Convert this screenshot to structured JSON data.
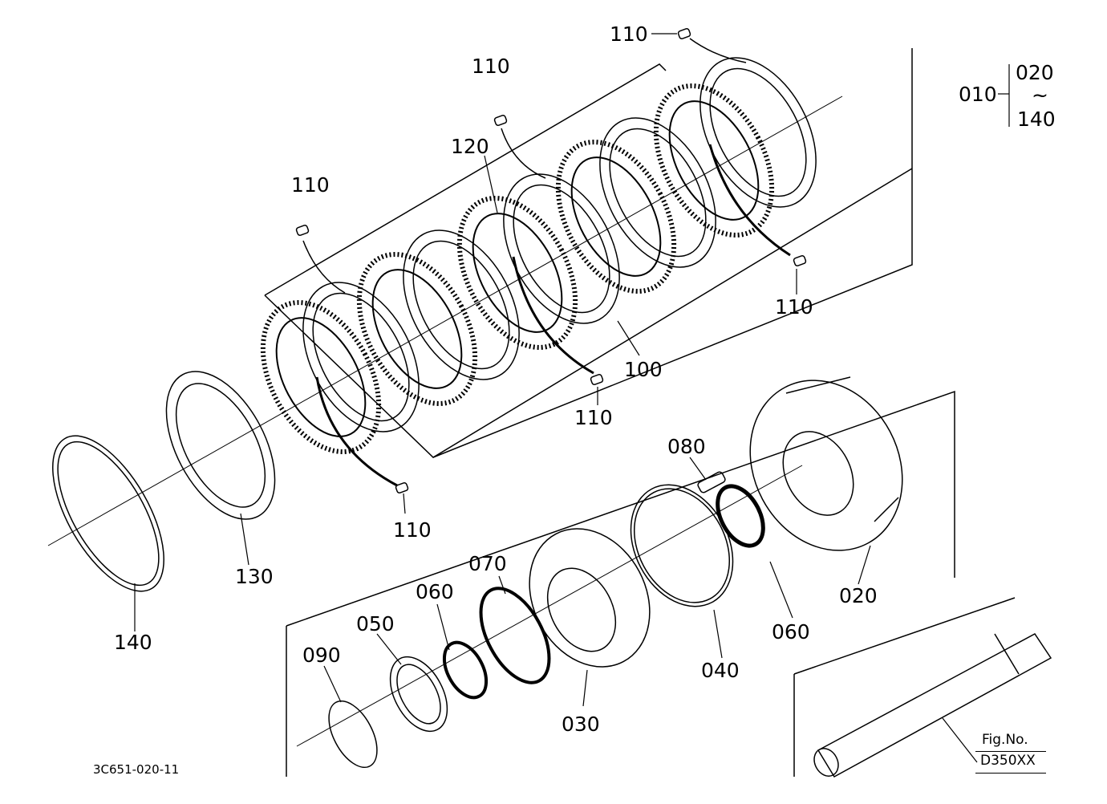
{
  "callouts": {
    "p010": "010",
    "range_top": "020",
    "range_tilde": "~",
    "range_bottom": "140",
    "p020": "020",
    "p030": "030",
    "p040": "040",
    "p050": "050",
    "p060a": "060",
    "p060b": "060",
    "p070": "070",
    "p080": "080",
    "p090": "090",
    "p100": "100",
    "p110a": "110",
    "p110b": "110",
    "p110c": "110",
    "p110d": "110",
    "p110e": "110",
    "p110f": "110",
    "p120": "120",
    "p130": "130",
    "p140": "140"
  },
  "footer": {
    "drawing_code": "3C651-020-11",
    "fig_label": "Fig.No.",
    "fig_number": "D350XX"
  },
  "colors": {
    "line": "#000000",
    "background": "#ffffff"
  }
}
